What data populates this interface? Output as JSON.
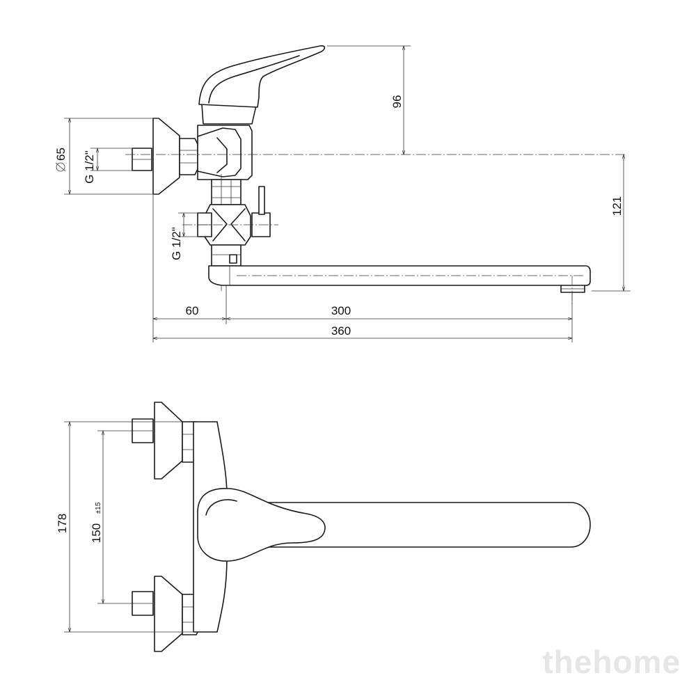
{
  "dimensions": {
    "handle_height": "96",
    "flange_diameter": "65",
    "thread_top": "G 1/2\"",
    "thread_divert": "G 1/2\"",
    "spout_height": "121",
    "wall_offset": "60",
    "spout_reach": "300",
    "total_length": "360",
    "total_height": "178",
    "inlet_spacing": "150",
    "inlet_tolerance": "±15"
  },
  "watermark": "thehome"
}
